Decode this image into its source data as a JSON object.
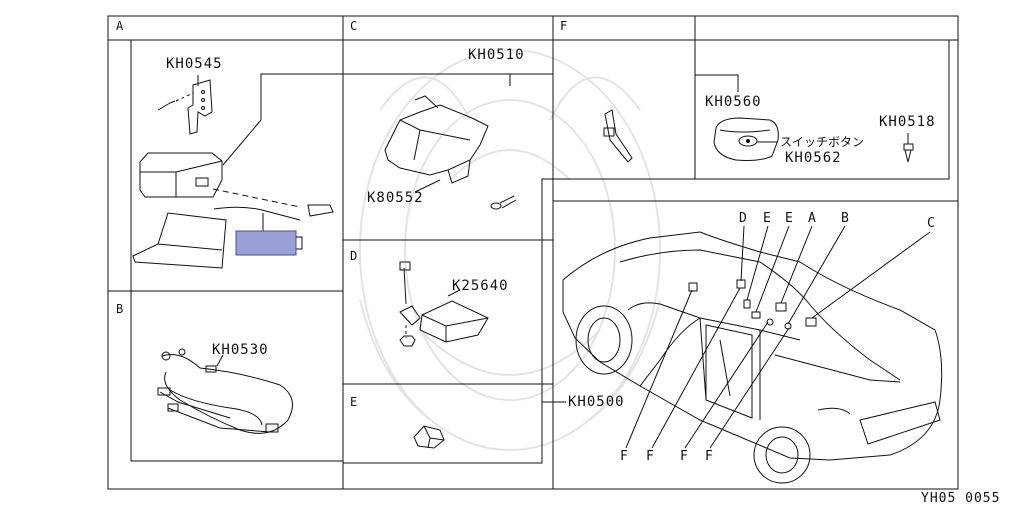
{
  "sections": {
    "a": "A",
    "b": "B",
    "c": "C",
    "d": "D",
    "e": "E",
    "f": "F"
  },
  "parts": {
    "kh0545": "KH0545",
    "kh0510": "KH0510",
    "k80552": "K80552",
    "k25640": "K25640",
    "kh0530": "KH0530",
    "kh0500": "KH0500",
    "kh0560": "KH0560",
    "kh0518": "KH0518",
    "kh0562": "KH0562",
    "switch_button": "スイッチボタン"
  },
  "car_callouts": {
    "d": "D",
    "e1": "E",
    "e2": "E",
    "a": "A",
    "b": "B",
    "c": "C",
    "f1": "F",
    "f2": "F",
    "f3": "F",
    "f4": "F"
  },
  "diagram_code": "YH05 0055",
  "colors": {
    "line": "#111111",
    "highlight": "#9aa0d6",
    "watermark": "#e6e6e6"
  }
}
